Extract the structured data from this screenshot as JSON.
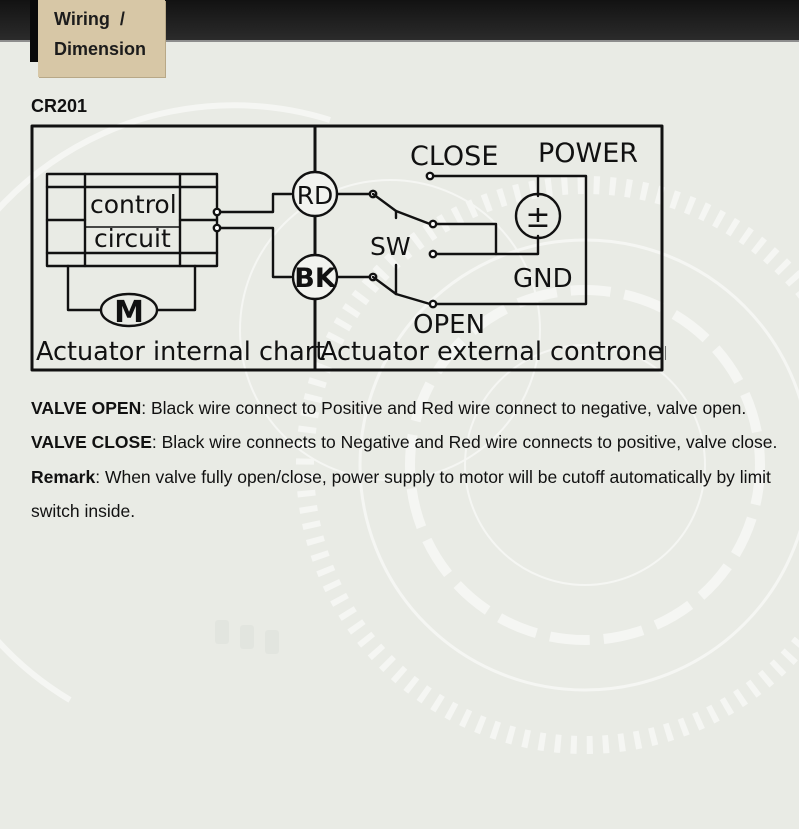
{
  "header": {
    "tab_line1": "Wiring  /",
    "tab_line2": "Dimension"
  },
  "model": "CR201",
  "diagram": {
    "control_line1": "control",
    "control_line2": "circuit",
    "motor": "M",
    "rd": "RD",
    "bk": "BK",
    "sw": "SW",
    "close": "CLOSE",
    "power": "POWER",
    "power_symbol": "±",
    "gnd": "GND",
    "open": "OPEN",
    "internal_label": "Actuator internal chart",
    "external_label": "Actuator external controner"
  },
  "notes": [
    {
      "term": "VALVE OPEN",
      "text": ": Black wire connect to Positive and Red wire connect to negative, valve open."
    },
    {
      "term": "VALVE CLOSE",
      "text": ": Black wire connects to Negative and Red wire connects to positive, valve close."
    },
    {
      "term": "Remark",
      "text": ": When valve fully open/close, power supply to motor will be cutoff automatically by limit switch inside."
    }
  ],
  "colors": {
    "background": "#e9ebe5",
    "header_bar": "#1d1d1d",
    "tab": "#d7c7a6",
    "ink": "#111111"
  }
}
